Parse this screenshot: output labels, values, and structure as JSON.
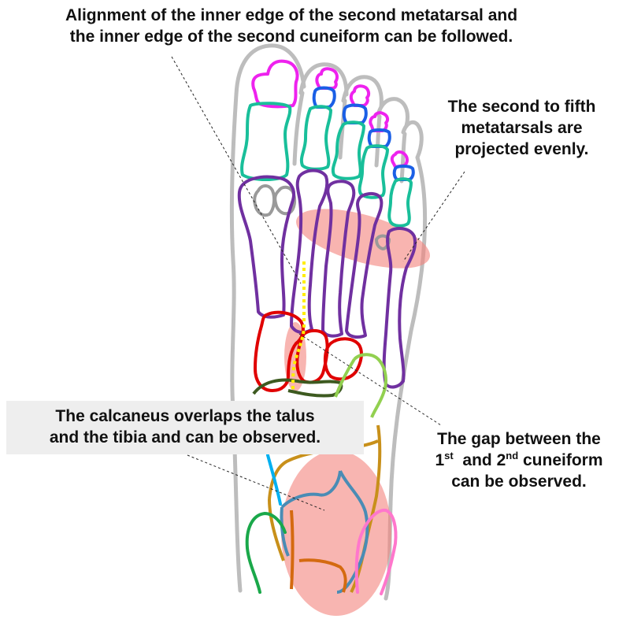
{
  "annotations": {
    "alignment": {
      "lines": [
        "Alignment of the inner edge of the second metatarsal and",
        "the inner edge of the second cuneiform can be followed."
      ]
    },
    "metatarsals": {
      "lines": [
        "The second to fifth",
        "metatarsals are",
        "projected evenly."
      ]
    },
    "calcaneus": {
      "lines": [
        "The calcaneus overlaps the talus",
        "and the tibia and can be observed."
      ]
    },
    "gap": {
      "line1": "The gap between the",
      "line2_n1": "1",
      "line2_sup1": "st",
      "line2_and": "and 2",
      "line2_sup2": "nd",
      "line2_rest": " cuneiform",
      "line3": "can be observed."
    }
  },
  "colors": {
    "skin": "#bdbdbd",
    "distal_phalanx": "#ee22ee",
    "middle_phalanx": "#1a5fe6",
    "proximal_phalanx": "#19bf9a",
    "metatarsal": "#7030a0",
    "sesamoid": "#9a9a9a",
    "cuneiform": "#e00000",
    "navicular": "#3d5a20",
    "cuboid": "#92d050",
    "talus": "#c8901a",
    "calcaneus_outline": "#4a8cb5",
    "tibia": "#00b0f0",
    "fibula": "#1aa84a",
    "calcaneus_inner": "#d46a10",
    "pink_bone": "#ff77cc",
    "highlight": "#f4837d",
    "alignment_line": "#ffee00",
    "leader_line": "#222222"
  }
}
